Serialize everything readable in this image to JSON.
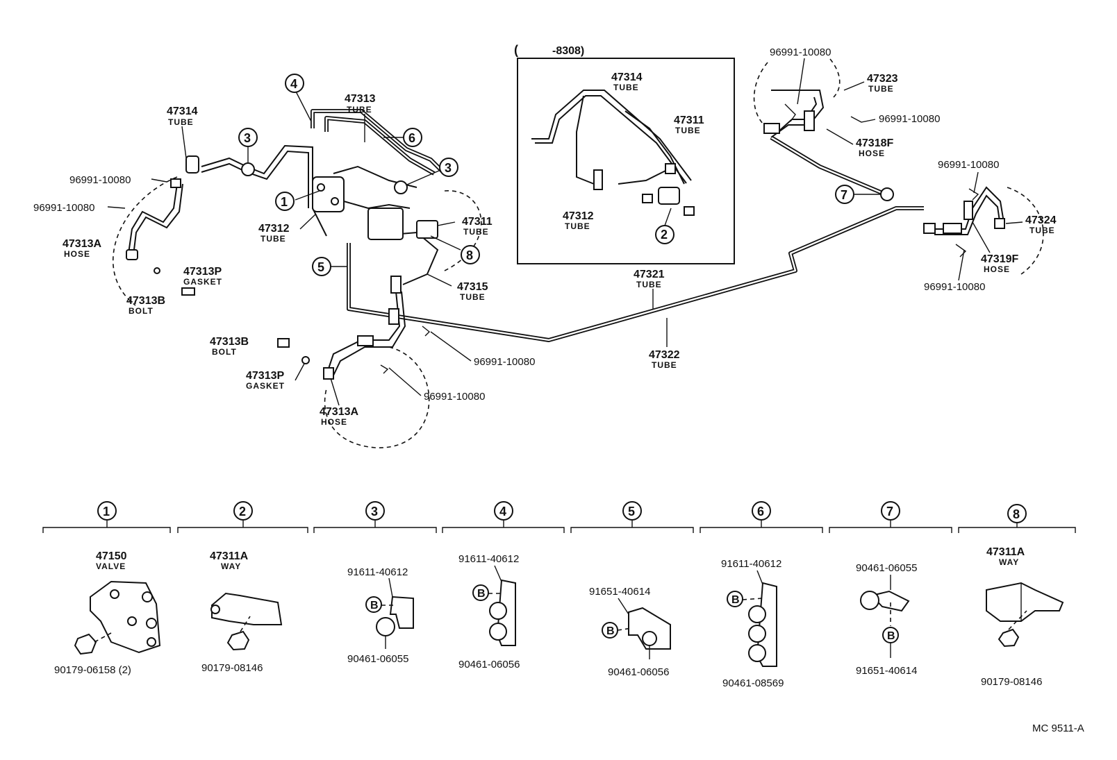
{
  "diagram": {
    "inset": {
      "label_left": "(",
      "label_right": "-8308)",
      "parts": [
        {
          "pn": "47314",
          "sub": "TUBE"
        },
        {
          "pn": "47311",
          "sub": "TUBE"
        },
        {
          "pn": "47312",
          "sub": "TUBE"
        }
      ],
      "ref": "2"
    },
    "main_labels": [
      {
        "pn": "47314",
        "sub": "TUBE"
      },
      {
        "pn": "47313",
        "sub": "TUBE"
      },
      {
        "pn": "96991-10080"
      },
      {
        "pn": "96991-10080"
      },
      {
        "pn": "47313A",
        "sub": "HOSE"
      },
      {
        "pn": "47313P",
        "sub": "GASKET"
      },
      {
        "pn": "47313B",
        "sub": "BOLT"
      },
      {
        "pn": "47312",
        "sub": "TUBE"
      },
      {
        "pn": "47311",
        "sub": "TUBE"
      },
      {
        "pn": "47315",
        "sub": "TUBE"
      },
      {
        "pn": "47313B",
        "sub": "BOLT"
      },
      {
        "pn": "47313P",
        "sub": "GASKET"
      },
      {
        "pn": "47313A",
        "sub": "HOSE"
      },
      {
        "pn": "96991-10080"
      },
      {
        "pn": "96991-10080"
      },
      {
        "pn": "47321",
        "sub": "TUBE"
      },
      {
        "pn": "47322",
        "sub": "TUBE"
      },
      {
        "pn": "96991-10080"
      },
      {
        "pn": "47323",
        "sub": "TUBE"
      },
      {
        "pn": "96991-10080"
      },
      {
        "pn": "47318F",
        "sub": "HOSE"
      },
      {
        "pn": "96991-10080"
      },
      {
        "pn": "47324",
        "sub": "TUBE"
      },
      {
        "pn": "47319F",
        "sub": "HOSE"
      },
      {
        "pn": "96991-10080"
      }
    ],
    "refs": [
      "1",
      "2",
      "3",
      "3",
      "4",
      "5",
      "6",
      "7",
      "8"
    ],
    "details": [
      {
        "ref": "1",
        "labels": [
          "47150",
          "VALVE",
          "90179-06158 (2)"
        ]
      },
      {
        "ref": "2",
        "labels": [
          "47311A",
          "WAY",
          "90179-08146"
        ]
      },
      {
        "ref": "3",
        "labels": [
          "91611-40612",
          "B",
          "90461-06055"
        ]
      },
      {
        "ref": "4",
        "labels": [
          "91611-40612",
          "B",
          "90461-06056"
        ]
      },
      {
        "ref": "5",
        "labels": [
          "91651-40614",
          "B",
          "90461-06056"
        ]
      },
      {
        "ref": "6",
        "labels": [
          "91611-40612",
          "B",
          "90461-08569"
        ]
      },
      {
        "ref": "7",
        "labels": [
          "90461-06055",
          "B",
          "91651-40614"
        ]
      },
      {
        "ref": "8",
        "labels": [
          "47311A",
          "WAY",
          "90179-08146"
        ]
      }
    ],
    "footer_code": "MC 9511-A"
  }
}
